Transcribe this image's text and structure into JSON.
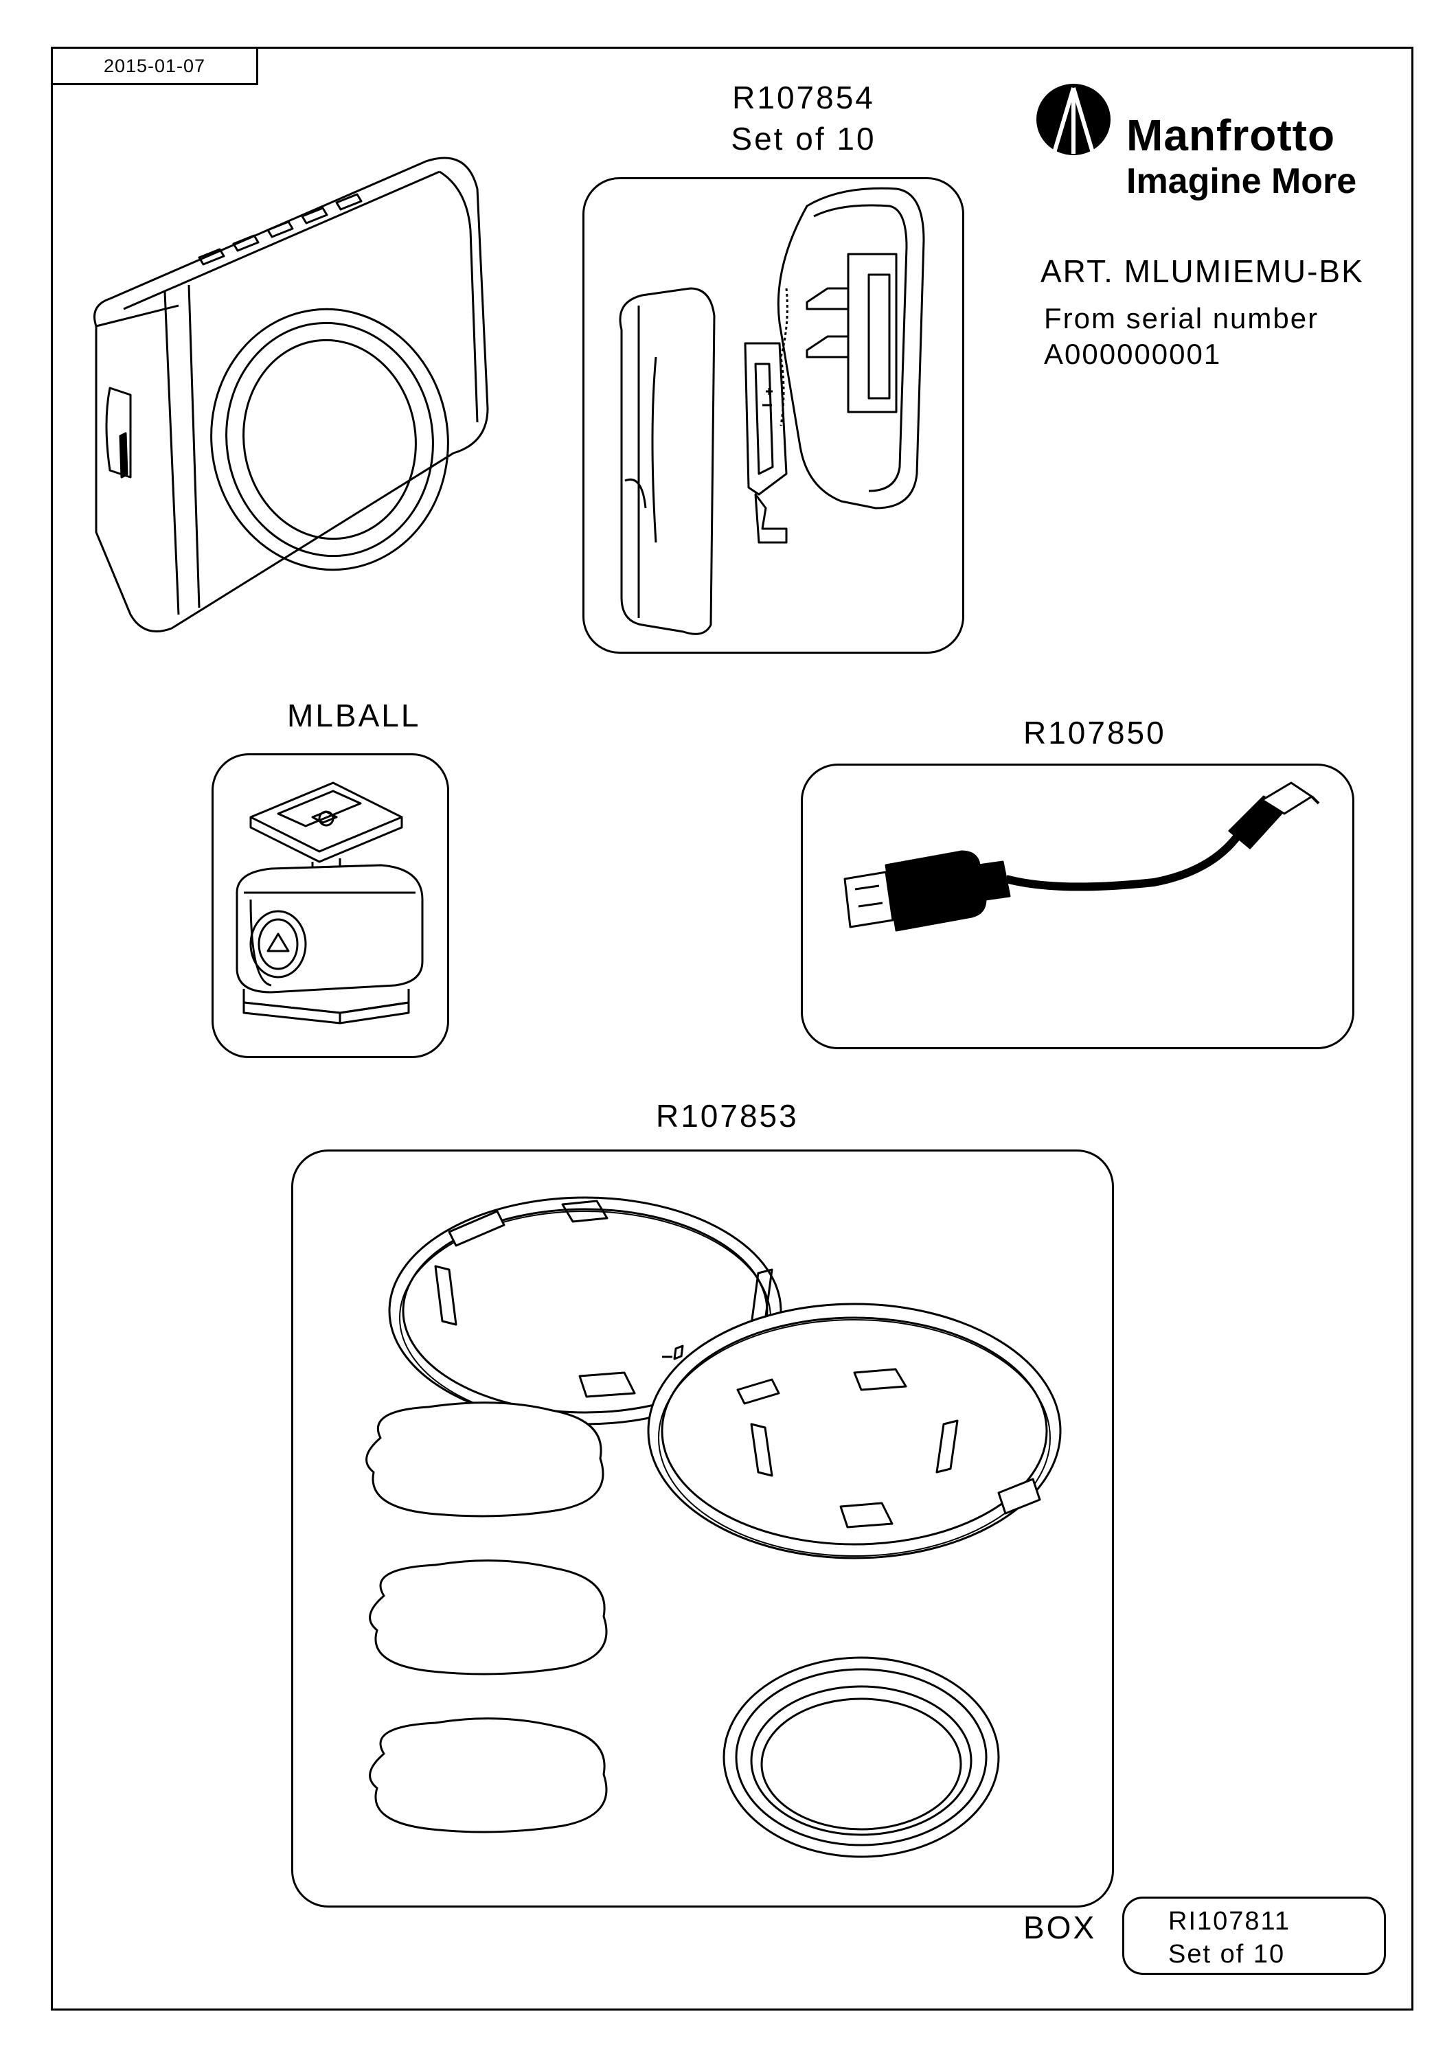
{
  "header": {
    "date": "2015-01-07"
  },
  "brand": {
    "name": "Manfrotto",
    "tagline": "Imagine More"
  },
  "article": {
    "code": "ART. MLUMIEMU-BK",
    "serial_label": "From serial number",
    "serial_number": "A000000001"
  },
  "parts": {
    "r107854": {
      "code": "R107854",
      "qty": "Set of 10"
    },
    "mlball": {
      "code": "MLBALL"
    },
    "r107850": {
      "code": "R107850"
    },
    "r107853": {
      "code": "R107853"
    }
  },
  "box": {
    "label": "BOX",
    "code": "RI107811",
    "qty": "Set of 10"
  },
  "colors": {
    "line": "#000000",
    "paper": "#ffffff"
  }
}
